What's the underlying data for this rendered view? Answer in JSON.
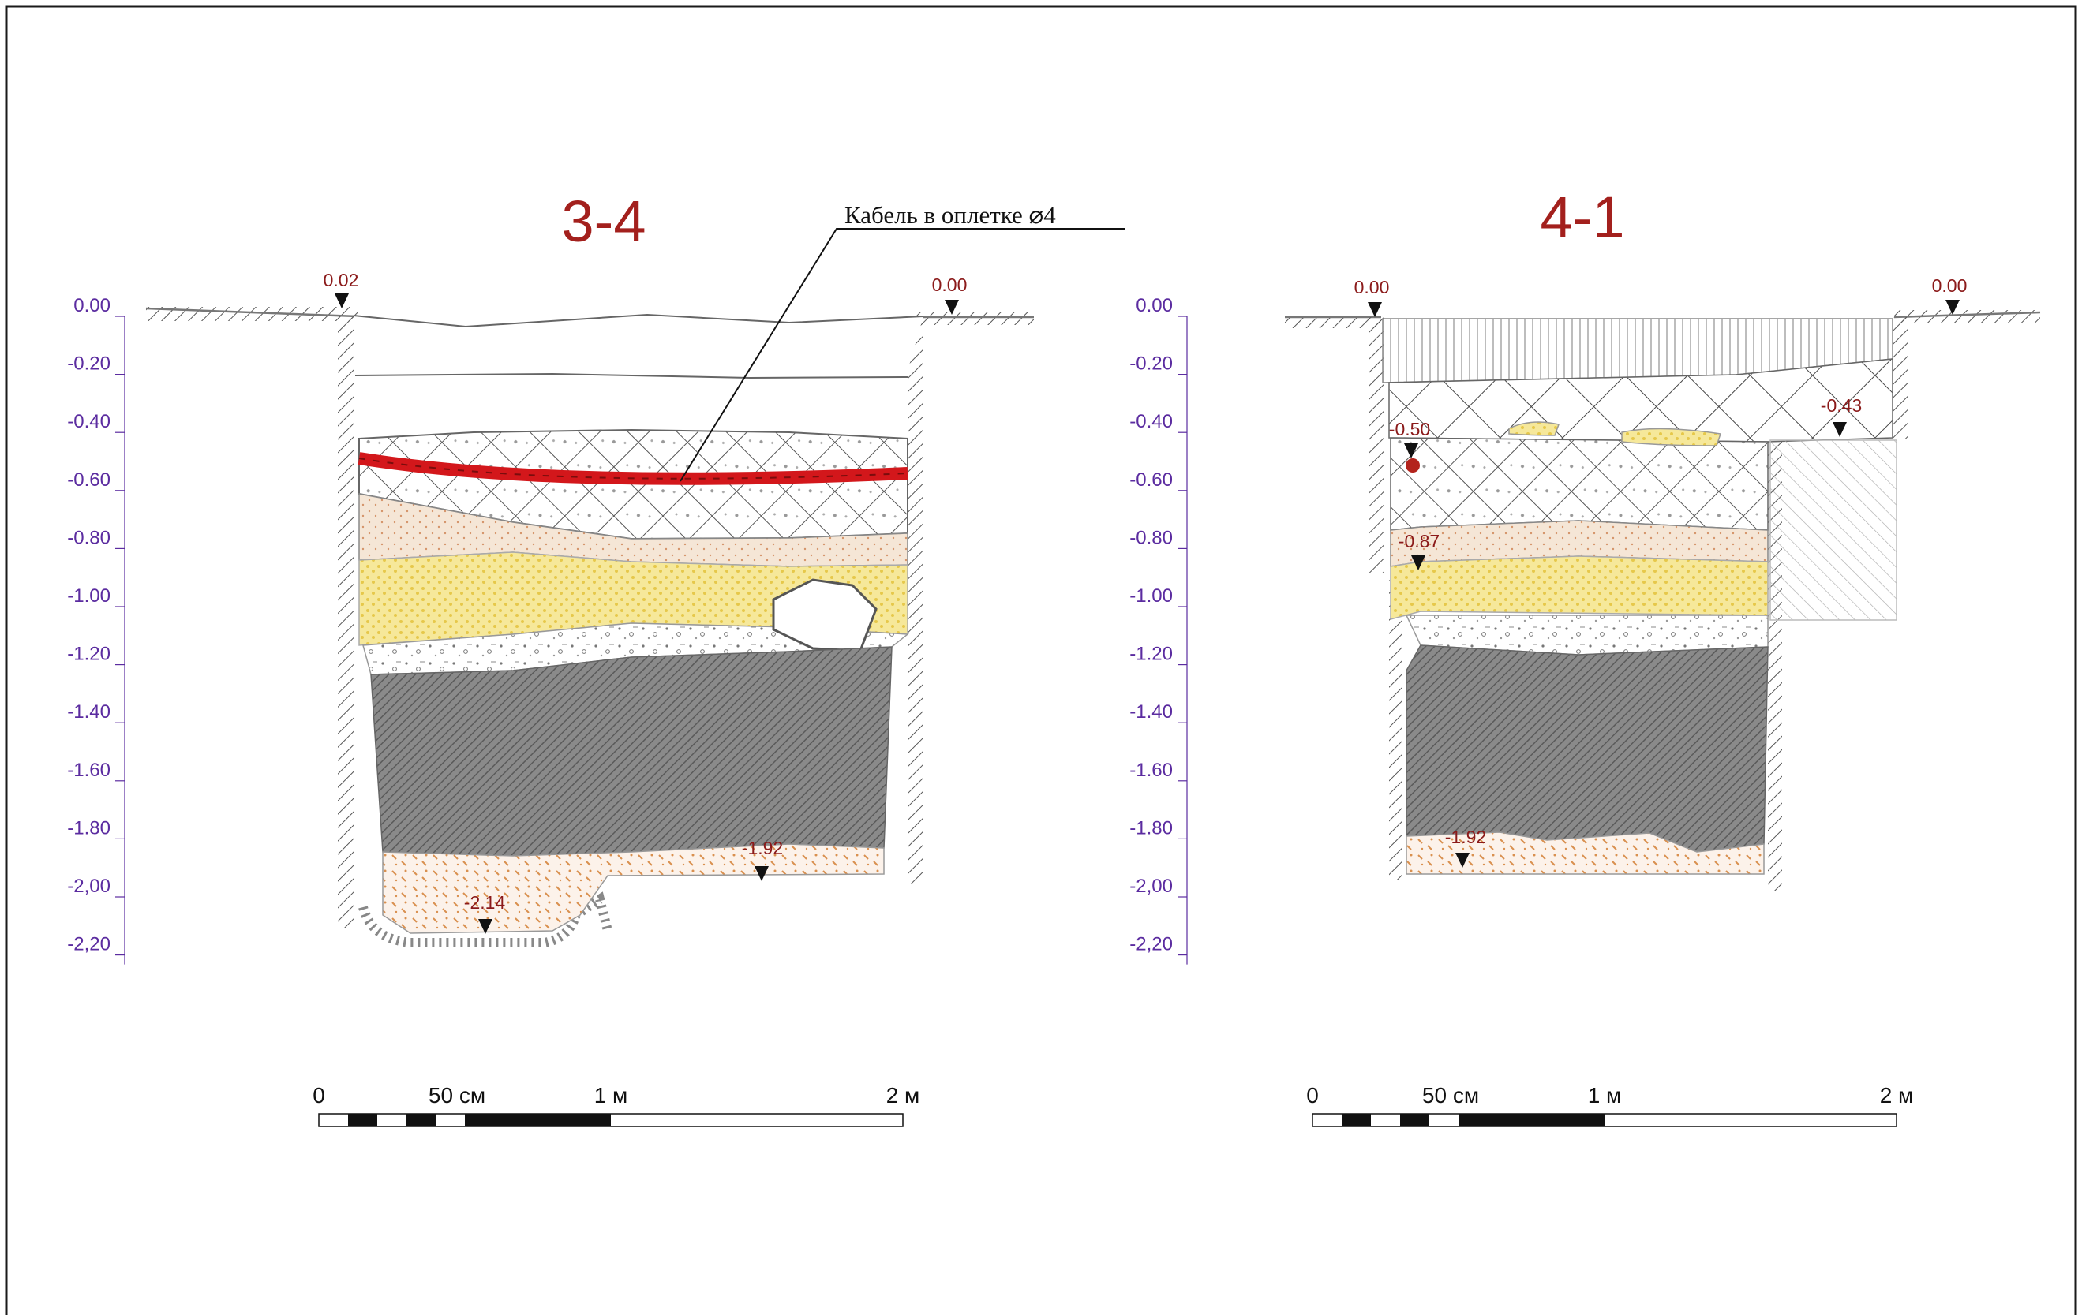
{
  "sections": [
    {
      "title": "3-4",
      "depth_scale": [
        "0.00",
        "-0.20",
        "-0.40",
        "-0.60",
        "-0.80",
        "-1.00",
        "-1.20",
        "-1.40",
        "-1.60",
        "-1.80",
        "-2,00",
        "-2,20"
      ],
      "elevations": [
        "0.02",
        "0.00",
        "-1.92",
        "-2.14"
      ],
      "annotation": "Кабель в оплетке ⌀4",
      "scale_bar": [
        "0",
        "50 см",
        "1 м",
        "2 м"
      ]
    },
    {
      "title": "4-1",
      "depth_scale": [
        "0.00",
        "-0.20",
        "-0.40",
        "-0.60",
        "-0.80",
        "-1.00",
        "-1.20",
        "-1.40",
        "-1.60",
        "-1.80",
        "-2,00",
        "-2,20"
      ],
      "elevations": [
        "0.00",
        "0.00",
        "-0.43",
        "-0.50",
        "-0.87",
        "-1.92"
      ],
      "scale_bar": [
        "0",
        "50 см",
        "1 м",
        "2 м"
      ]
    }
  ],
  "colors": {
    "title": "#a3201d",
    "depth_scale": "#5b2ca0",
    "elevation_label": "#8b1a1a",
    "cable": "#d3171b",
    "clay_dark": "#7a7a7a",
    "sand_yellow": "#f3df78",
    "loam_beige": "#f2e1cf",
    "sand_dots": "#d88a4a"
  }
}
